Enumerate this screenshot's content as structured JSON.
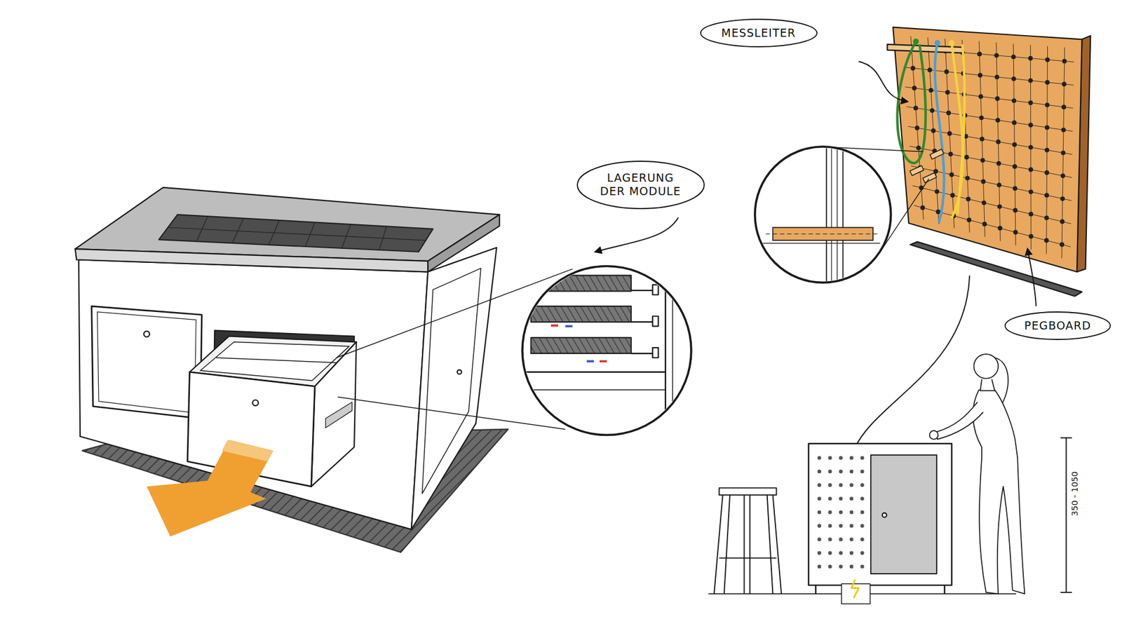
{
  "diagram": {
    "nodes": [
      {
        "text": [
          "MESSLEITER"
        ]
      },
      {
        "text": [
          "LAGERUNG DER MODULE"
        ]
      },
      {
        "text": [
          "PEGBOARD"
        ]
      }
    ],
    "labels": [
      "350 - 1050"
    ]
  }
}
